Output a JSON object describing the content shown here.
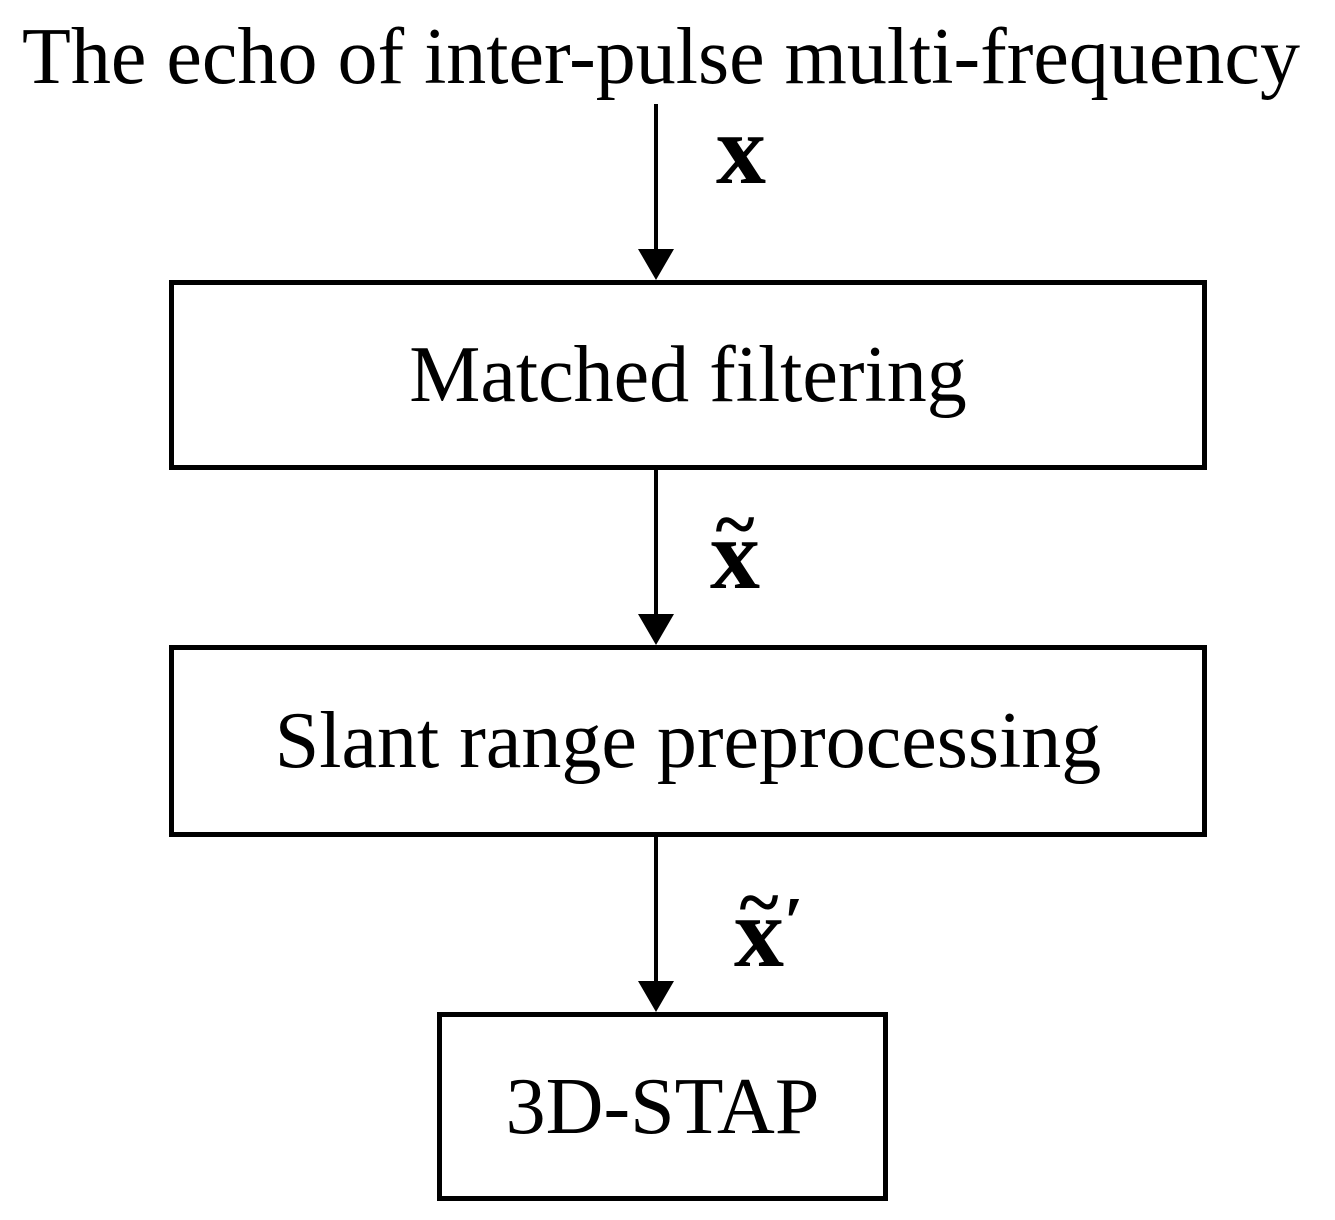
{
  "diagram": {
    "title": "The echo of inter-pulse multi-frequency",
    "boxes": [
      {
        "id": "matched-filtering",
        "label": "Matched filtering"
      },
      {
        "id": "slant-range-preprocessing",
        "label": "Slant range preprocessing"
      },
      {
        "id": "3d-stap",
        "label": "3D-STAP"
      }
    ],
    "arrows": [
      {
        "from": "echo-input",
        "to": "matched-filtering",
        "label_base": "x",
        "label_accent": "",
        "label_prime": ""
      },
      {
        "from": "matched-filtering",
        "to": "slant-range-preprocessing",
        "label_base": "x",
        "label_accent": "~",
        "label_prime": ""
      },
      {
        "from": "slant-range-preprocessing",
        "to": "3d-stap",
        "label_base": "x",
        "label_accent": "~",
        "label_prime": "′"
      }
    ],
    "colors": {
      "foreground": "#000000",
      "background": "#ffffff"
    }
  }
}
